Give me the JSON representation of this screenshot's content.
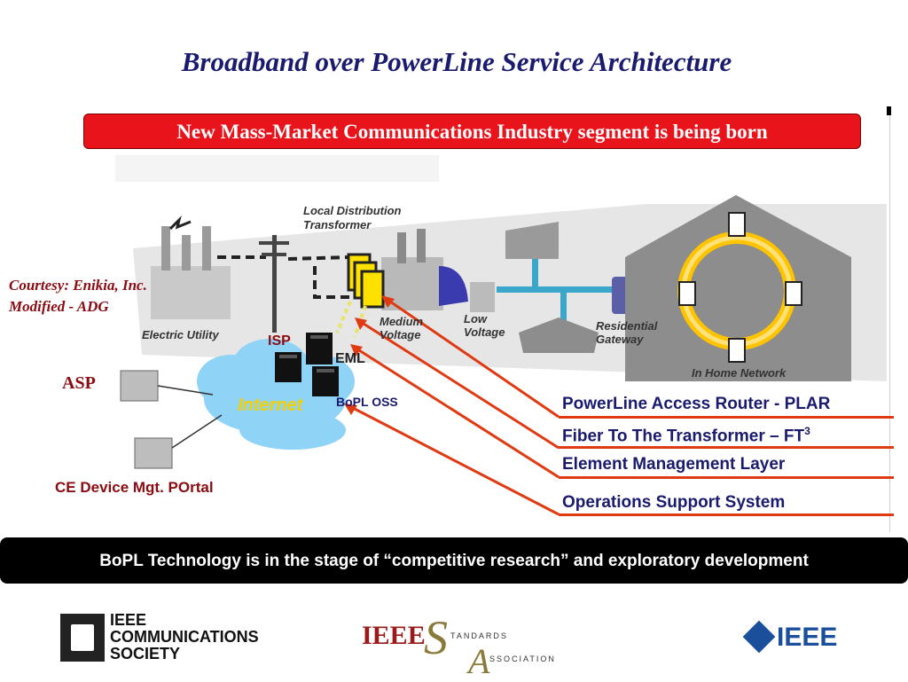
{
  "title": "Broadband over PowerLine Service Architecture",
  "banner": "New Mass-Market Communications Industry segment is being born",
  "courtesy": [
    "Courtesy: Enikia, Inc.",
    "Modified - ADG"
  ],
  "diagram": {
    "electric_utility": "Electric Utility",
    "local_transformer": [
      "Local Distribution",
      "Transformer"
    ],
    "medium_voltage": [
      "Medium",
      "Voltage"
    ],
    "low_voltage": [
      "Low",
      "Voltage"
    ],
    "residential_gateway": [
      "Residential",
      "Gateway"
    ],
    "in_home_network": "In Home Network",
    "internet": "Internet",
    "isp": "ISP",
    "eml": "EML",
    "bopl_oss": "BoPL OSS",
    "asp": "ASP",
    "ce_portal": "CE Device Mgt. POrtal"
  },
  "legend": [
    "PowerLine Access Router - PLAR",
    "Fiber To The Transformer – FT",
    "Element Management Layer",
    "Operations Support System"
  ],
  "legend_superscript": "3",
  "bottom_note": "BoPL Technology is in the stage of “competitive research” and exploratory development",
  "footer": {
    "comsoc": [
      "IEEE",
      "COMMUNICATIONS",
      "SOCIETY"
    ],
    "sa": {
      "ieee": "IEEE",
      "s": "S",
      "a": "A",
      "standards": "TANDARDS",
      "association": "SSOCIATION"
    },
    "ieee": "IEEE"
  },
  "colors": {
    "title": "#1a1a6e",
    "banner": "#e8131b",
    "accent": "#e03a12",
    "label_red": "#8b0b12"
  },
  "icons": [
    "factory-icon",
    "power-pole-icon",
    "transformer-icon",
    "server-icon",
    "cloud-icon",
    "house-icon",
    "outlet-icon",
    "gateway-icon"
  ]
}
